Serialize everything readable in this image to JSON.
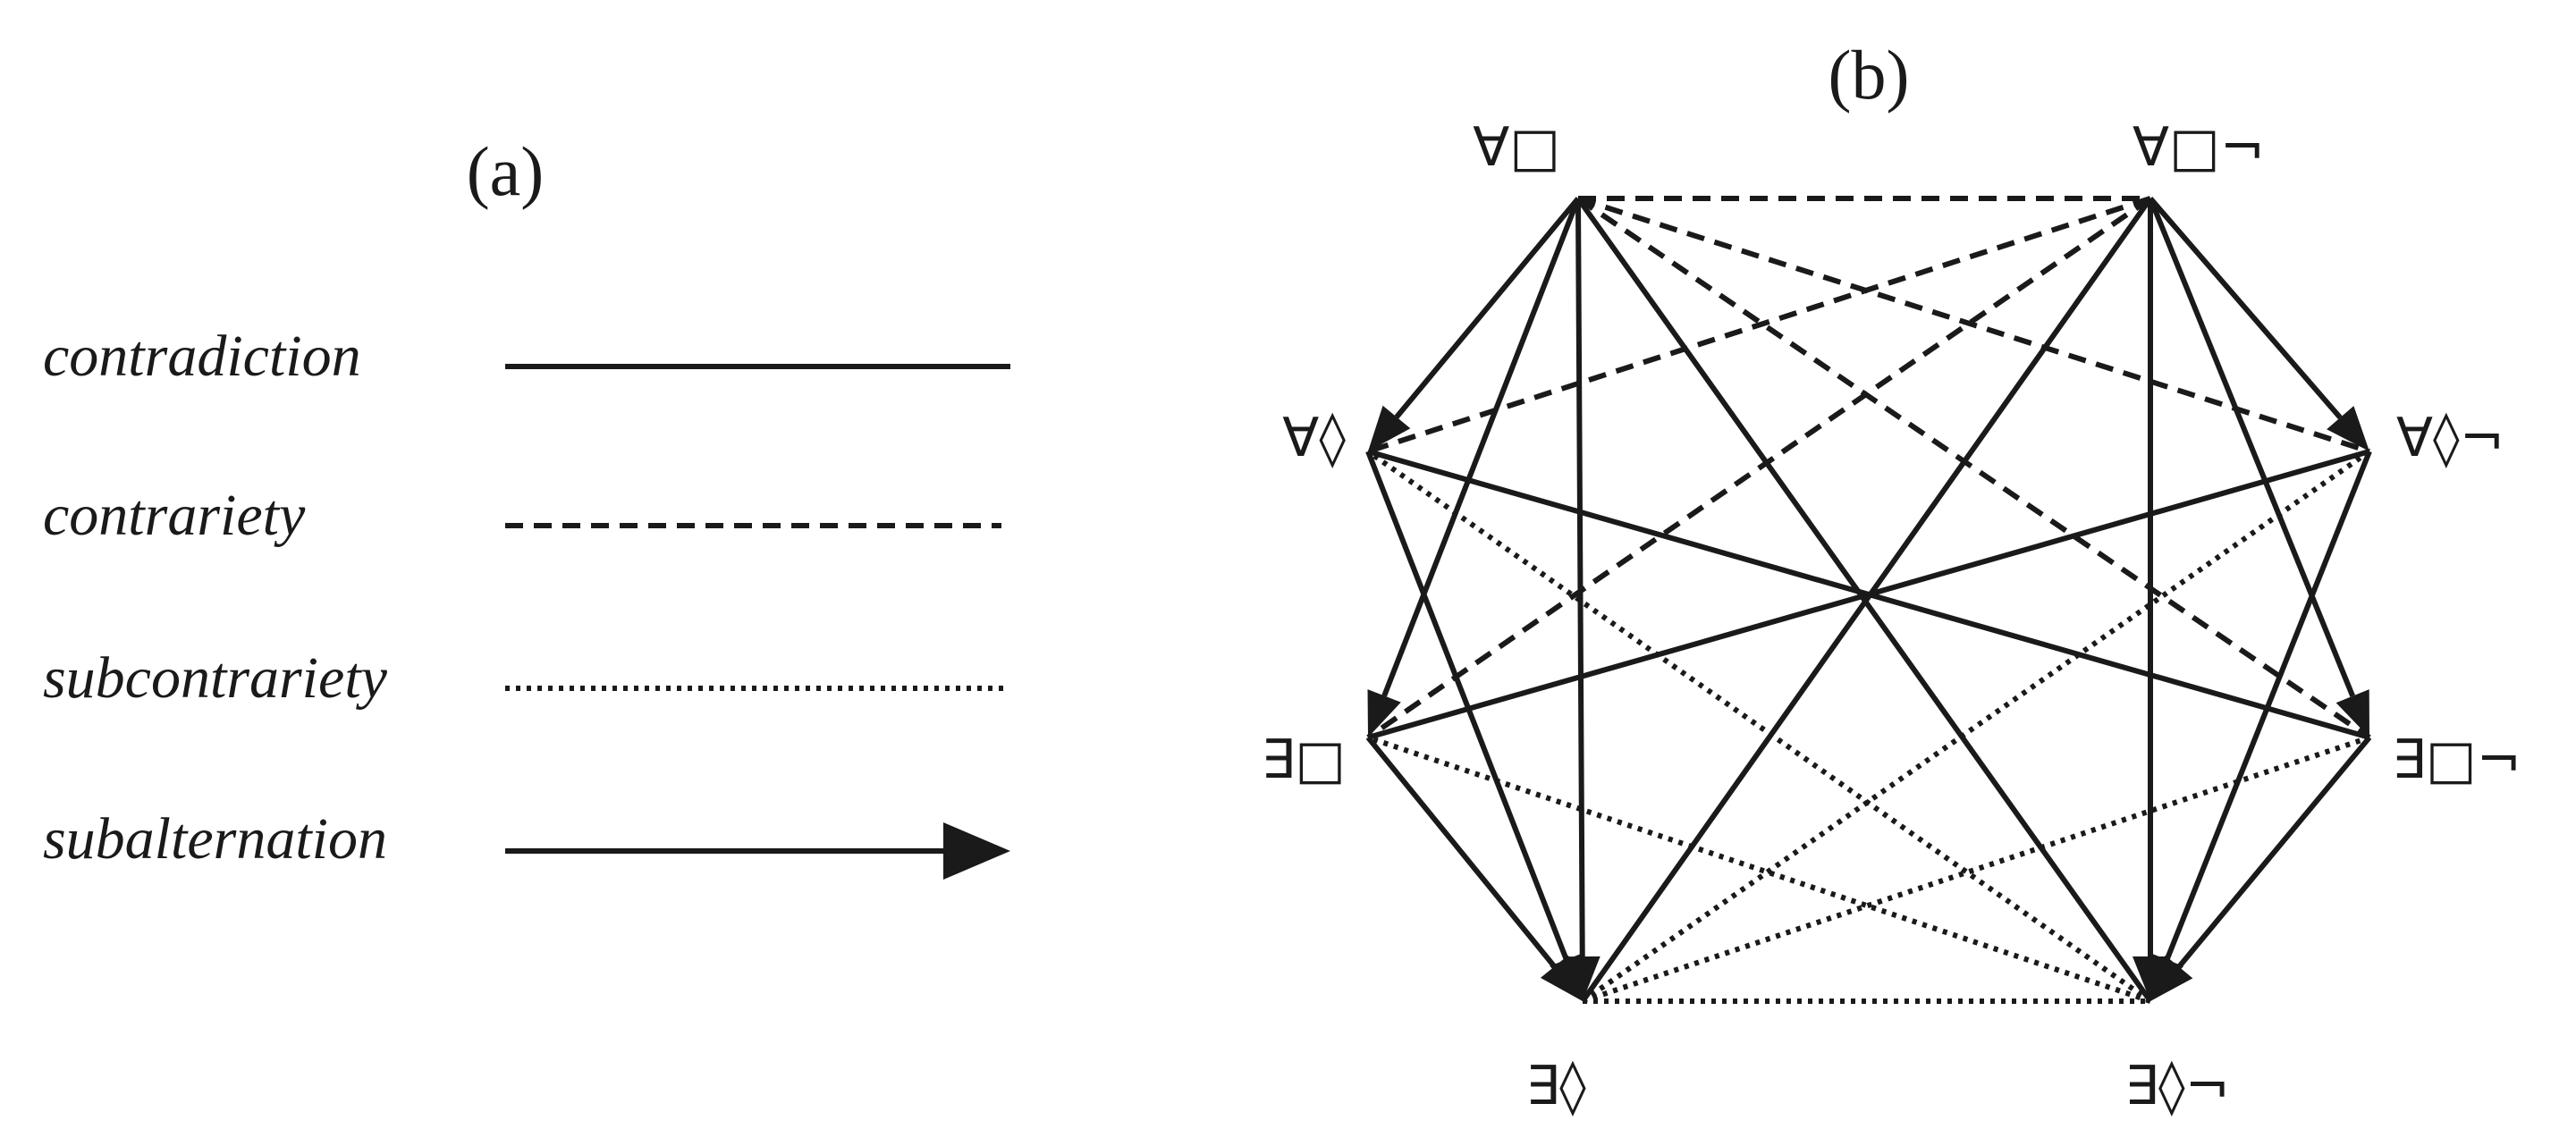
{
  "panel_a": {
    "label": "(a)",
    "legend": [
      {
        "id": "contradiction",
        "text": "contradiction",
        "style": "solid"
      },
      {
        "id": "contrariety",
        "text": "contrariety",
        "style": "dashed"
      },
      {
        "id": "subcontrariety",
        "text": "subcontrariety",
        "style": "dotted"
      },
      {
        "id": "subalternation",
        "text": "subalternation",
        "style": "arrow"
      }
    ]
  },
  "panel_b": {
    "label": "(b)",
    "nodes": [
      {
        "id": "A_box",
        "label": "∀□"
      },
      {
        "id": "A_box_neg",
        "label": "∀□¬"
      },
      {
        "id": "A_dia",
        "label": "∀◊"
      },
      {
        "id": "A_dia_neg",
        "label": "∀◊¬"
      },
      {
        "id": "E_box",
        "label": "∃□"
      },
      {
        "id": "E_box_neg",
        "label": "∃□¬"
      },
      {
        "id": "E_dia",
        "label": "∃◊"
      },
      {
        "id": "E_dia_neg",
        "label": "∃◊¬"
      }
    ],
    "edges": [
      {
        "from": "A_box",
        "to": "E_dia_neg",
        "relation": "contradiction"
      },
      {
        "from": "A_box_neg",
        "to": "E_dia",
        "relation": "contradiction"
      },
      {
        "from": "A_dia",
        "to": "E_box_neg",
        "relation": "contradiction"
      },
      {
        "from": "A_dia_neg",
        "to": "E_box",
        "relation": "contradiction"
      },
      {
        "from": "A_box",
        "to": "A_box_neg",
        "relation": "contrariety"
      },
      {
        "from": "A_box",
        "to": "A_dia_neg",
        "relation": "contrariety"
      },
      {
        "from": "A_box",
        "to": "E_box_neg",
        "relation": "contrariety"
      },
      {
        "from": "A_box_neg",
        "to": "A_dia",
        "relation": "contrariety"
      },
      {
        "from": "A_box_neg",
        "to": "E_box",
        "relation": "contrariety"
      },
      {
        "from": "E_dia",
        "to": "E_dia_neg",
        "relation": "subcontrariety"
      },
      {
        "from": "E_dia",
        "to": "E_box_neg",
        "relation": "subcontrariety"
      },
      {
        "from": "E_dia",
        "to": "A_dia_neg",
        "relation": "subcontrariety"
      },
      {
        "from": "E_dia_neg",
        "to": "E_box",
        "relation": "subcontrariety"
      },
      {
        "from": "E_dia_neg",
        "to": "A_dia",
        "relation": "subcontrariety"
      },
      {
        "from": "A_box",
        "to": "A_dia",
        "relation": "subalternation"
      },
      {
        "from": "A_box",
        "to": "E_box",
        "relation": "subalternation"
      },
      {
        "from": "A_box",
        "to": "E_dia",
        "relation": "subalternation"
      },
      {
        "from": "A_box_neg",
        "to": "A_dia_neg",
        "relation": "subalternation"
      },
      {
        "from": "A_box_neg",
        "to": "E_box_neg",
        "relation": "subalternation"
      },
      {
        "from": "A_box_neg",
        "to": "E_dia_neg",
        "relation": "subalternation"
      },
      {
        "from": "A_dia",
        "to": "E_dia",
        "relation": "subalternation"
      },
      {
        "from": "E_box",
        "to": "E_dia",
        "relation": "subalternation"
      },
      {
        "from": "A_dia_neg",
        "to": "E_dia_neg",
        "relation": "subalternation"
      },
      {
        "from": "E_box_neg",
        "to": "E_dia_neg",
        "relation": "subalternation"
      }
    ]
  },
  "colors": {
    "ink": "#1a1a1a",
    "background": "#ffffff"
  }
}
